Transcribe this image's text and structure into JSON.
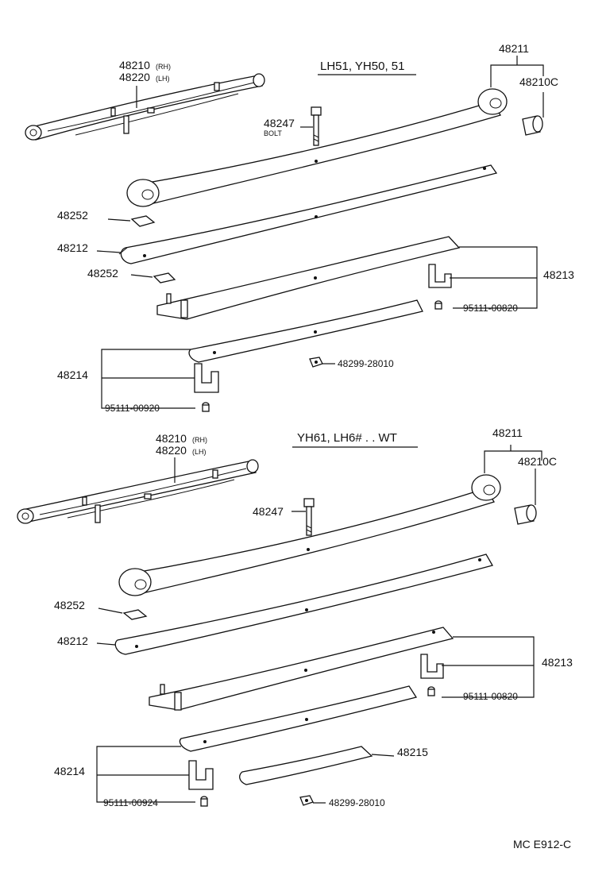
{
  "sections": [
    {
      "title": "LH51, YH50, 51",
      "labels": {
        "spring_assy_rh": "48210",
        "spring_assy_rh_suffix": "(RH)",
        "spring_assy_lh": "48220",
        "spring_assy_lh_suffix": "(LH)",
        "leaf_no1": "48211",
        "bushing": "48210C",
        "center_bolt": "48247",
        "center_bolt_sub": "BOLT",
        "silencer_a": "48252",
        "leaf_no2": "48212",
        "silencer_b": "48252",
        "leaf_no3": "48213",
        "rivet_a": "95111-00820",
        "nut": "48299-28010",
        "leaf_no4": "48214",
        "rivet_b": "95111-00920"
      }
    },
    {
      "title": "YH61, LH6# . . WT",
      "labels": {
        "spring_assy_rh": "48210",
        "spring_assy_rh_suffix": "(RH)",
        "spring_assy_lh": "48220",
        "spring_assy_lh_suffix": "(LH)",
        "leaf_no1": "48211",
        "bushing": "48210C",
        "center_bolt": "48247",
        "silencer": "48252",
        "leaf_no2": "48212",
        "leaf_no3": "48213",
        "rivet_a": "95111-00820",
        "leaf_no4": "48214",
        "leaf_no5": "48215",
        "rivet_b": "95111-00924",
        "nut": "48299-28010"
      }
    }
  ],
  "footer_code": "MC  E912-C"
}
